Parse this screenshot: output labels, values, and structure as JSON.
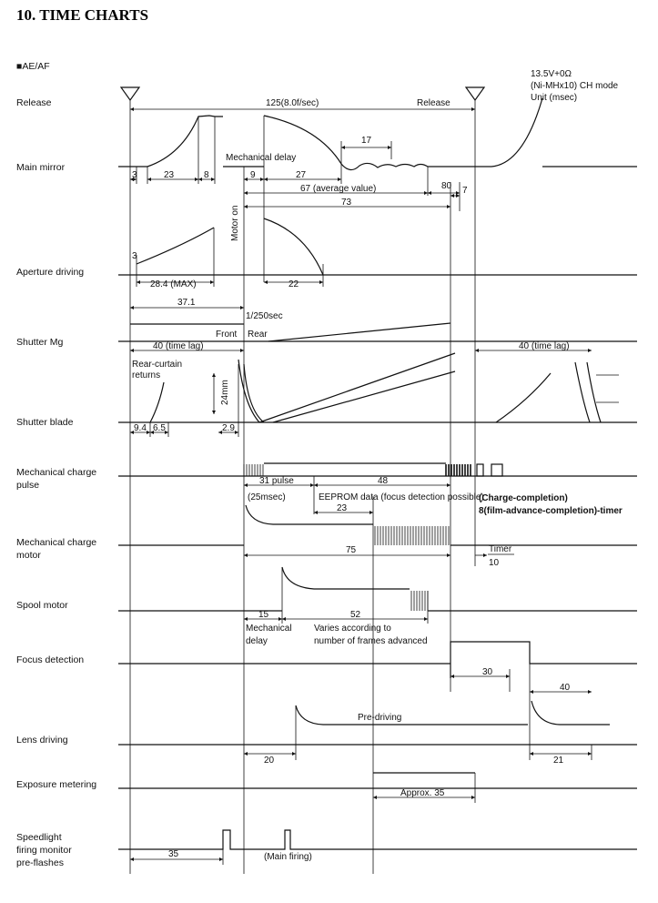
{
  "title": "10. TIME CHARTS",
  "section": "■AE/AF",
  "note": [
    "13.5V+0Ω",
    "(Ni-MHx10) CH mode",
    "Unit (msec)"
  ],
  "rows": {
    "release": "Release",
    "main_mirror": "Main mirror",
    "aperture": "Aperture driving",
    "shutter_mg": "Shutter Mg",
    "shutter_blade": "Shutter blade",
    "mc_pulse": [
      "Mechanical charge",
      "pulse"
    ],
    "mc_motor": [
      "Mechanical charge",
      "motor"
    ],
    "spool": "Spool motor",
    "focus": "Focus detection",
    "lens": "Lens driving",
    "exposure": "Exposure metering",
    "speedlight": [
      "Speedlight",
      "firing monitor",
      "pre-flashes"
    ]
  },
  "ann": {
    "period": "125(8.0f/sec)",
    "release2": "Release",
    "mech_delay": "Mechanical delay",
    "d17": "17",
    "d3": "3",
    "d23": "23",
    "d8": "8",
    "d9": "9",
    "d27": "27",
    "d67": "67 (average value)",
    "d80": "80",
    "d73": "73",
    "d7": "7",
    "motor_on": "Motor on",
    "a3": "3",
    "a284": "28.4 (MAX)",
    "a22": "22",
    "a371": "37.1",
    "a250": "1/250sec",
    "front": "Front",
    "rear": "Rear",
    "lag1": "40 (time lag)",
    "lag2": "40 (time lag)",
    "rc1": "Rear-curtain",
    "rc2": "returns",
    "mm24": "24mm",
    "b94": "9.4",
    "b65": "6.5",
    "b29": "2.9",
    "p31": "31 pulse",
    "p25": "(25msec)",
    "p48": "48",
    "eeprom": "EEPROM data (focus detection possible)",
    "p23": "23",
    "charge1": "(Charge-completion)",
    "charge2": "8(film-advance-completion)-timer",
    "m75": "75",
    "timer": "Timer",
    "t10": "10",
    "s15": "15",
    "s52": "52",
    "md1": "Mechanical",
    "md2": "delay",
    "var1": "Varies according to",
    "var2": "number of frames advanced",
    "f30": "30",
    "f40": "40",
    "predrive": "Pre-driving",
    "l20": "20",
    "l21": "21",
    "approx": "Approx. 35",
    "sp35": "35",
    "mainfire": "(Main firing)"
  }
}
